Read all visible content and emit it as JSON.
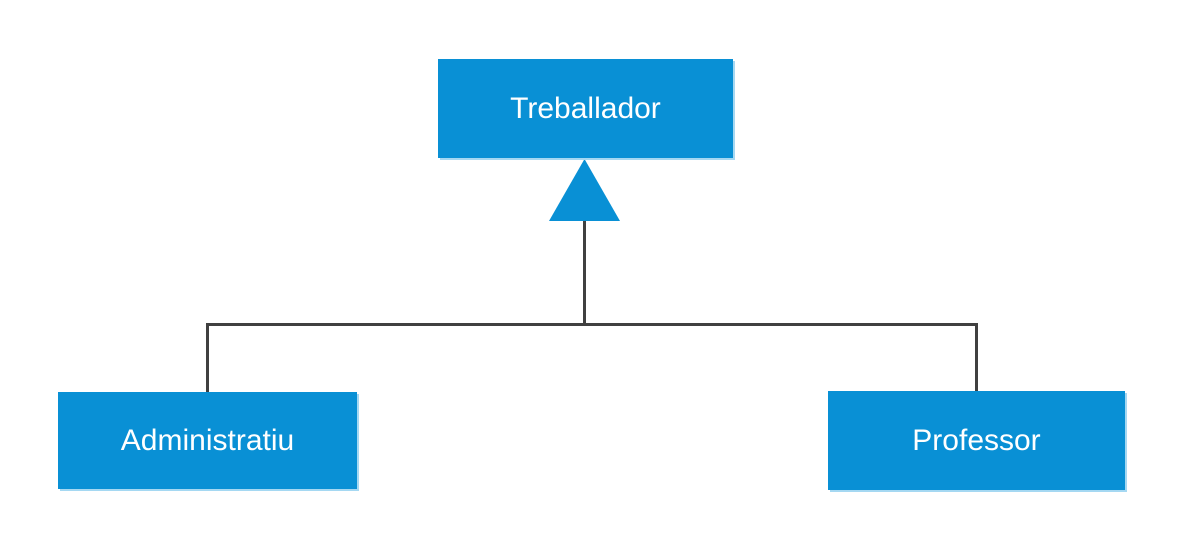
{
  "diagram": {
    "type": "class-inheritance-hierarchy",
    "parent": {
      "label": "Treballador"
    },
    "children": [
      {
        "label": "Administratiu"
      },
      {
        "label": "Professor"
      }
    ]
  },
  "colors": {
    "background": "#ffffff",
    "node_fill": "#0990d5",
    "node_text": "#ffffff",
    "node_edge": "#a5d8f2",
    "connector": "#404040"
  }
}
